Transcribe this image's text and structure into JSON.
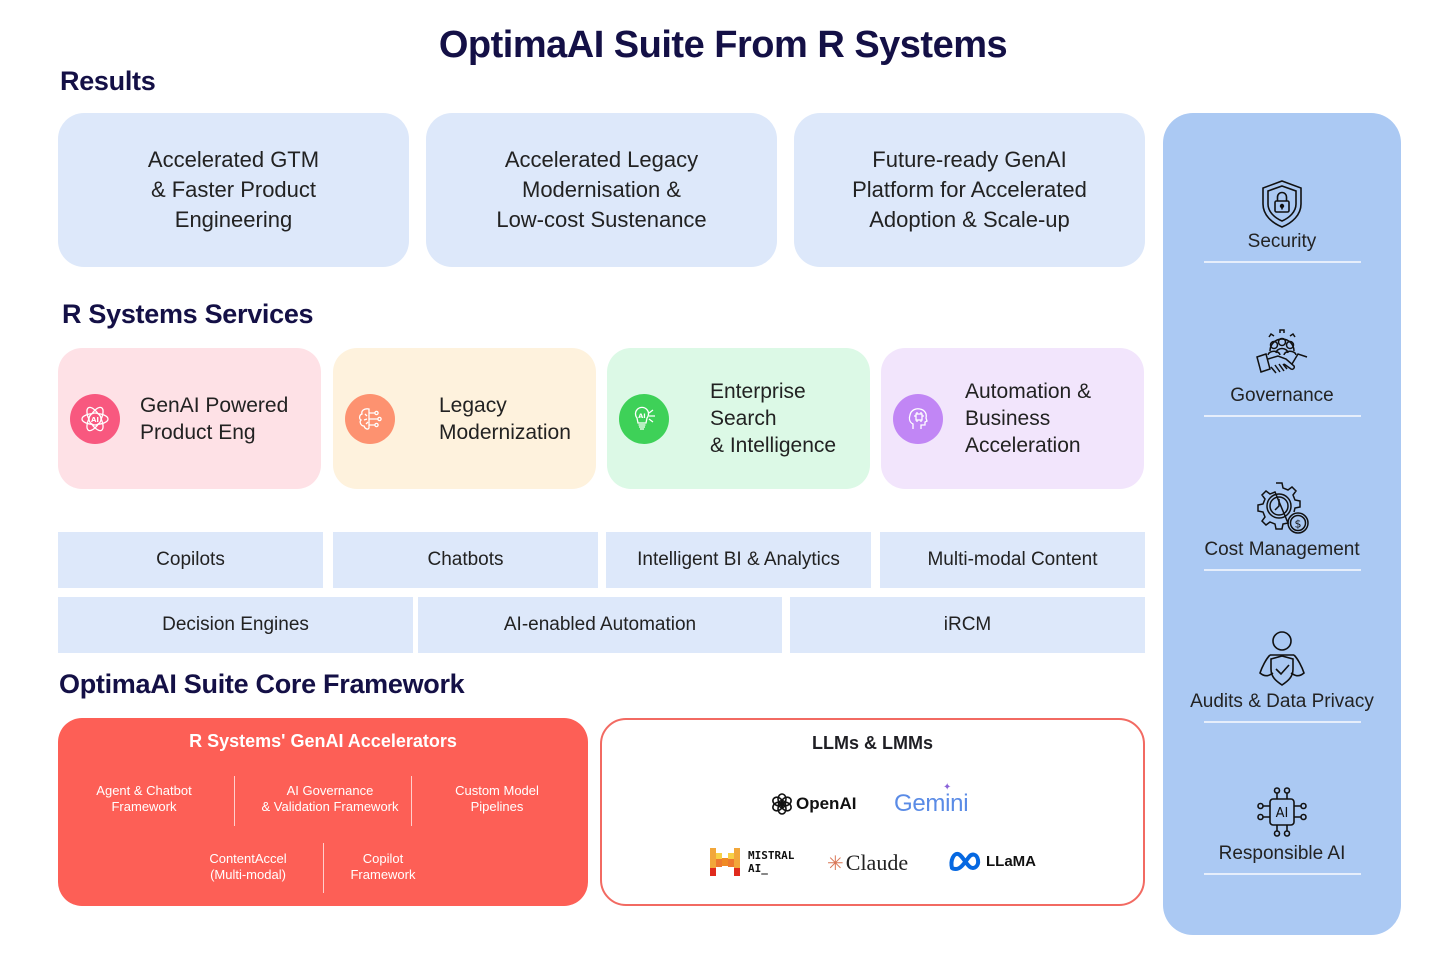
{
  "title": "OptimaAI Suite From R Systems",
  "results": {
    "heading": "Results",
    "cards": [
      {
        "label": "Accelerated GTM\n& Faster Product\nEngineering"
      },
      {
        "label": "Accelerated Legacy\nModernisation &\nLow-cost Sustenance"
      },
      {
        "label": "Future-ready GenAI\nPlatform for Accelerated\nAdoption & Scale-up"
      }
    ]
  },
  "services": {
    "heading": "R Systems Services",
    "cards": [
      {
        "label": "GenAI Powered\nProduct Eng",
        "icon": "ai-atom-icon",
        "bg": "#fee1e6",
        "icon_bg": "#f8587f"
      },
      {
        "label": "Legacy\nModernization",
        "icon": "brain-circuit-icon",
        "bg": "#fef2dd",
        "icon_bg": "#fd9270"
      },
      {
        "label": "Enterprise\nSearch\n& Intelligence",
        "icon": "ai-bulb-icon",
        "bg": "#dcf9e6",
        "icon_bg": "#3ed158"
      },
      {
        "label": "Automation &\nBusiness\nAcceleration",
        "icon": "ai-head-icon",
        "bg": "#f2e5fc",
        "icon_bg": "#c186f5"
      }
    ],
    "offerings_row1": [
      "Copilots",
      "Chatbots",
      "Intelligent BI & Analytics",
      "Multi-modal Content"
    ],
    "offerings_row2": [
      "Decision Engines",
      "AI-enabled Automation",
      "iRCM"
    ]
  },
  "core": {
    "heading": "OptimaAI Suite Core Framework",
    "accelerators": {
      "title": "R Systems' GenAI Accelerators",
      "items": [
        "Agent & Chatbot\nFramework",
        "AI Governance\n& Validation Framework",
        "Custom Model\nPipelines",
        "ContentAccel\n(Multi-modal)",
        "Copilot\nFramework"
      ]
    },
    "llms": {
      "title": "LLMs & LMMs",
      "logos": {
        "openai": "OpenAI",
        "gemini": "Gemini",
        "mistral_line1": "MISTRAL",
        "mistral_line2": "AI_",
        "claude": "Claude",
        "llama": "LLaMA"
      }
    }
  },
  "pillars": [
    {
      "label": "Security",
      "icon": "shield-lock-icon"
    },
    {
      "label": "Governance",
      "icon": "handshake-gear-icon"
    },
    {
      "label": "Cost Management",
      "icon": "gear-clock-dollar-icon"
    },
    {
      "label": "Audits & Data Privacy",
      "icon": "person-shield-check-icon"
    },
    {
      "label": "Responsible AI",
      "icon": "ai-chip-icon"
    }
  ]
}
